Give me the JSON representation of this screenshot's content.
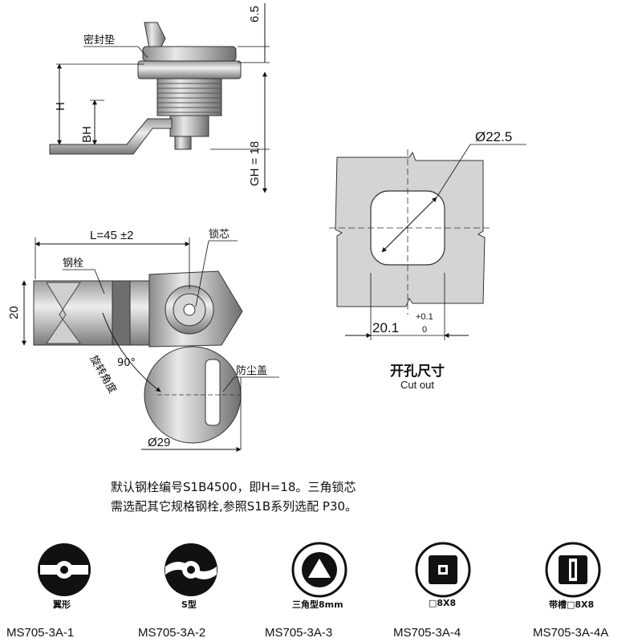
{
  "side_view": {
    "gasket_label": "密封垫",
    "dim_top": "6.5",
    "dim_h": "H",
    "dim_bh": "BH",
    "dim_gh": "GH = 18"
  },
  "front_view": {
    "length": "L=45 ±2",
    "height": "20",
    "bolt_label": "钢栓",
    "core_label": "锁芯",
    "rotation_label": "旋转角度",
    "angle": "90°",
    "cover_label": "防尘盖",
    "diameter": "Ø29"
  },
  "cutout": {
    "diameter": "Ø22.5",
    "width": "20.1",
    "tol_plus": "+0.1",
    "tol_zero": "0",
    "title_cn": "开孔尺寸",
    "title_en": "Cut out"
  },
  "notes": {
    "line1": "默认钢栓编号S1B4500，即H=18。三角锁芯",
    "line2": "需选配其它规格钢栓,参照S1B系列选配 P30。"
  },
  "variants": [
    {
      "name": "翼形",
      "model": "MS705-3A-1"
    },
    {
      "name": "S型",
      "model": "MS705-3A-2"
    },
    {
      "name": "三角型8mm",
      "model": "MS705-3A-3"
    },
    {
      "name": "□8X8",
      "model": "MS705-3A-4"
    },
    {
      "name": "带槽□8X8",
      "model": "MS705-3A-4A"
    }
  ]
}
